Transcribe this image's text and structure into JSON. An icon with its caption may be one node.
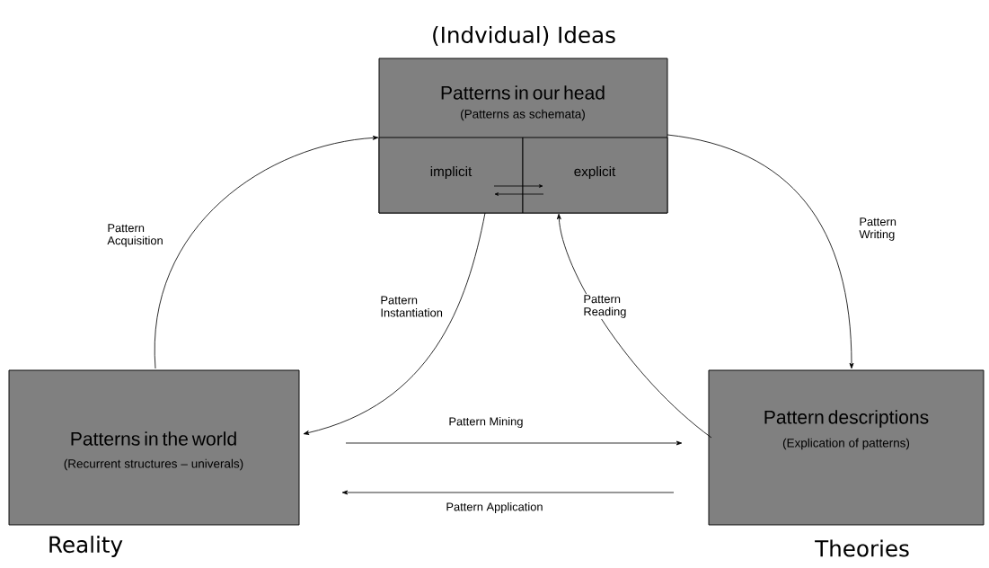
{
  "diagram": {
    "nodes": [
      {
        "text": [
          "Patterns in our head",
          "(Patterns as schemata)"
        ],
        "beside": [
          "(Indvidual) Ideas"
        ]
      },
      {
        "text": [
          "implicit"
        ],
        "in": 0
      },
      {
        "text": [
          "explicit"
        ],
        "in": 0
      },
      {
        "text": [
          "Patterns in the world",
          "(Recurrent structures – univerals)"
        ],
        "beside": [
          "Reality"
        ]
      },
      {
        "text": [
          "Pattern descriptions",
          "(Explication of patterns)"
        ],
        "beside": [
          "Theories"
        ]
      }
    ],
    "edges": [
      {
        "from": 3,
        "to": 0,
        "arrow": "to",
        "label": "Pattern Acquisition"
      },
      {
        "from": 0,
        "to": 4,
        "arrow": "to",
        "label": "Pattern Writing"
      },
      {
        "from": 0,
        "to": 3,
        "arrow": "to",
        "label": "Pattern Instantiation"
      },
      {
        "from": 4,
        "to": 0,
        "arrow": "to",
        "label": "Pattern Reading"
      },
      {
        "from": 3,
        "to": 4,
        "arrow": "to",
        "label": "Pattern Mining"
      },
      {
        "from": 4,
        "to": 3,
        "arrow": "to",
        "label": "Pattern Application"
      },
      {
        "from": 1,
        "to": 2,
        "arrow": "to"
      },
      {
        "from": 2,
        "to": 1,
        "arrow": "to"
      }
    ]
  }
}
